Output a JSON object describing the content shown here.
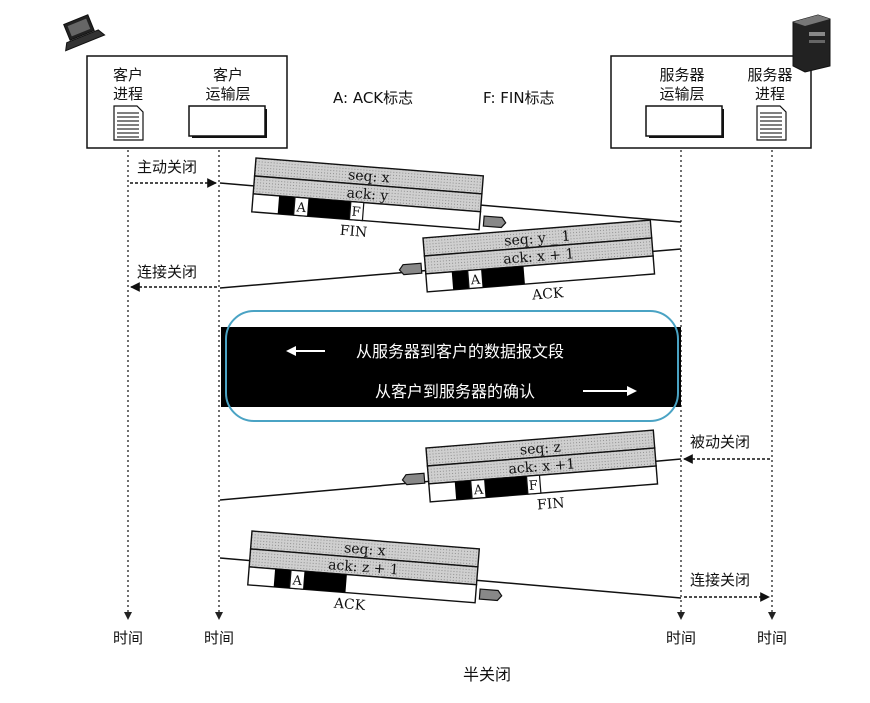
{
  "header": {
    "client_process": [
      "客户",
      "进程"
    ],
    "client_transport": [
      "客户",
      "运输层"
    ],
    "server_transport": [
      "服务器",
      "运输层"
    ],
    "server_process": [
      "服务器",
      "进程"
    ],
    "legend_ack": "A: ACK标志",
    "legend_fin": "F: FIN标志"
  },
  "icons": {
    "client": "laptop-icon",
    "server": "server-tower-icon",
    "process": "document-icon"
  },
  "events": {
    "active_close": "主动关闭",
    "connection_close_client": "连接关闭",
    "passive_close": "被动关闭",
    "connection_close_server": "连接关闭"
  },
  "segments": [
    {
      "seq": "seq: x",
      "ack": "ack: y",
      "flags": [
        "A",
        "F"
      ],
      "caption": "FIN"
    },
    {
      "seq": "seq: y _ 1",
      "ack": "ack: x + 1",
      "flags": [
        "A"
      ],
      "caption": "ACK"
    },
    {
      "seq": "seq: z",
      "ack": "ack: x +1",
      "flags": [
        "A",
        "F"
      ],
      "caption": "FIN"
    },
    {
      "seq": "seq: x",
      "ack": "ack: z + 1",
      "flags": [
        "A"
      ],
      "caption": "ACK"
    }
  ],
  "data_band": {
    "line1": "从服务器到客户的数据报文段",
    "line2": "从客户到服务器的确认",
    "colors": {
      "band": "#000000",
      "highlight": "#4aa3c4"
    }
  },
  "time_labels": [
    "时间",
    "时间",
    "时间",
    "时间"
  ],
  "caption": "半关闭"
}
